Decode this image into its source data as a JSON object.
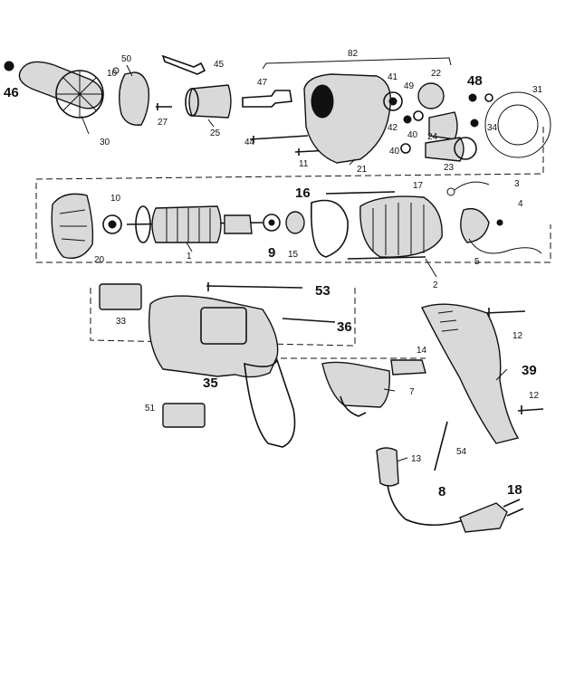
{
  "callouts": {
    "c46": "46",
    "c30": "30",
    "c50": "50",
    "c10a": "10",
    "c27": "27",
    "c45": "45",
    "c25": "25",
    "c82": "82",
    "c47": "47",
    "c44": "44",
    "c11": "11",
    "c21": "21",
    "c41": "41",
    "c49": "49",
    "c22": "22",
    "c48": "48",
    "c31": "31",
    "c42": "42",
    "c40a": "40",
    "c40b": "40",
    "c24": "24",
    "c34": "34",
    "c23": "23",
    "c16": "16",
    "c17": "17",
    "c3": "3",
    "c4": "4",
    "c10b": "10",
    "c20": "20",
    "c1": "1",
    "c9": "9",
    "c15": "15",
    "c5": "5",
    "c2": "2",
    "c53": "53",
    "c33": "33",
    "c36": "36",
    "c12a": "12",
    "c35": "35",
    "c14": "14",
    "c39": "39",
    "c7": "7",
    "c12b": "12",
    "c51": "51",
    "c13": "13",
    "c54": "54",
    "c8": "8",
    "c18": "18"
  }
}
